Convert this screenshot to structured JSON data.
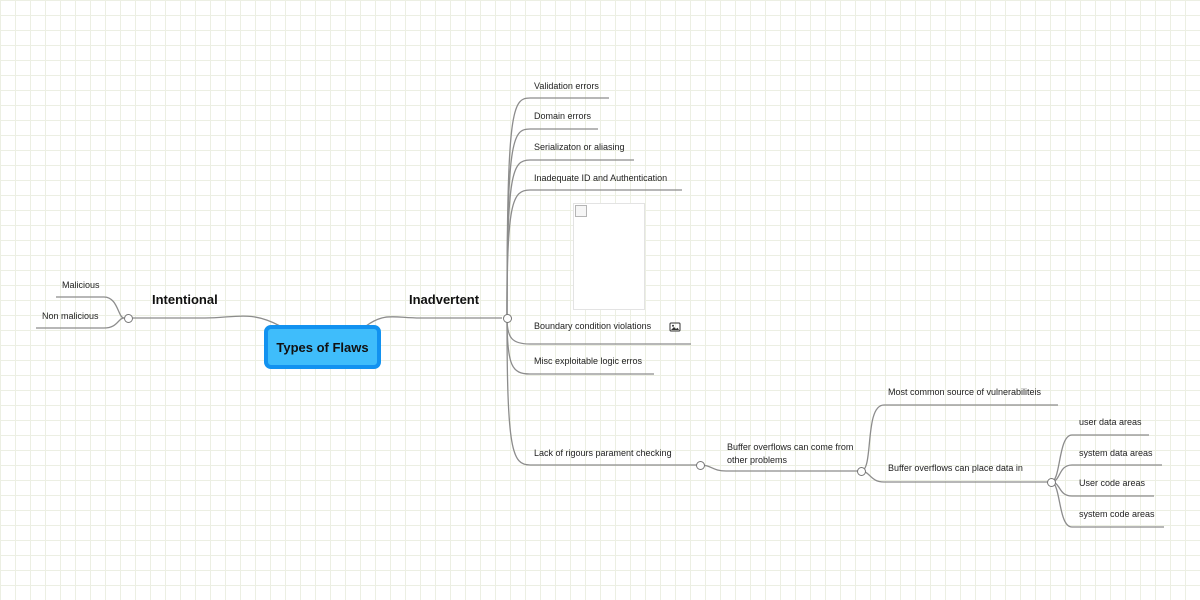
{
  "map": {
    "root": "Types of Flaws",
    "intentional": {
      "label": "Intentional",
      "children": [
        "Malicious",
        "Non malicious"
      ]
    },
    "inadvertent": {
      "label": "Inadvertent",
      "children": [
        "Validation errors",
        "Domain errors",
        "Serializaton or aliasing",
        "Inadequate ID and Authentication",
        "Boundary condition violations",
        "Misc exploitable logic erros",
        "Lack of rigours parament checking"
      ]
    },
    "buffer": {
      "label": "Buffer overflows can come from other problems",
      "children": [
        "Most common source of vulnerabiliteis",
        "Buffer overflows can place data in"
      ]
    },
    "data_areas": [
      "user data areas",
      "system data areas",
      "User code areas",
      "system code areas"
    ]
  },
  "colors": {
    "root_fill": "#3fbdfb",
    "root_border": "#1292f0",
    "connector": "#8c8c8c",
    "grid": "#ecefe3"
  },
  "icons": [
    "image-icon"
  ]
}
